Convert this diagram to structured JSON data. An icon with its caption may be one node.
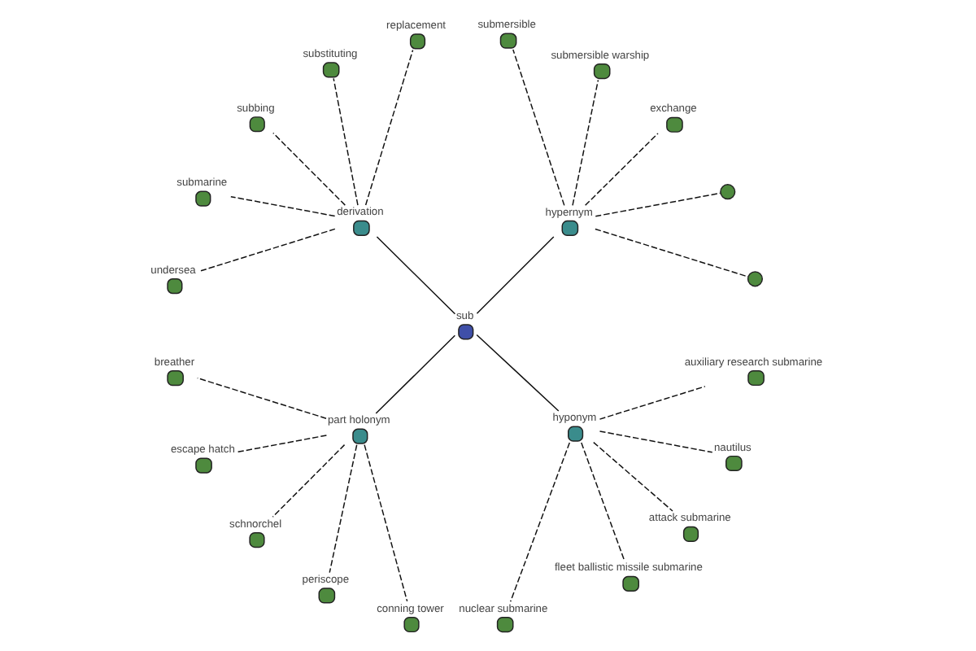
{
  "diagram": {
    "nodes": [
      {
        "text": [
          "sub"
        ]
      },
      {
        "text": [
          "hypernym"
        ]
      },
      {
        "text": [
          "derivation"
        ]
      },
      {
        "text": [
          "part holonym"
        ]
      },
      {
        "text": [
          "hyponym"
        ]
      },
      {
        "text": [],
        "shape": "circle"
      },
      {
        "text": [],
        "shape": "circle"
      },
      {
        "text": [
          "exchange"
        ]
      },
      {
        "text": [
          "submersible warship"
        ]
      },
      {
        "text": [
          "submersible"
        ]
      },
      {
        "text": [
          "replacement"
        ]
      },
      {
        "text": [
          "substituting"
        ]
      },
      {
        "text": [
          "subbing"
        ]
      },
      {
        "text": [
          "submarine"
        ]
      },
      {
        "text": [
          "undersea"
        ]
      },
      {
        "text": [
          "breather"
        ]
      },
      {
        "text": [
          "escape hatch"
        ]
      },
      {
        "text": [
          "schnorchel"
        ]
      },
      {
        "text": [
          "periscope"
        ]
      },
      {
        "text": [
          "conning tower"
        ]
      },
      {
        "text": [
          "nuclear submarine"
        ]
      },
      {
        "text": [
          "fleet ballistic missile submarine"
        ]
      },
      {
        "text": [
          "attack submarine"
        ]
      },
      {
        "text": [
          "nautilus"
        ]
      },
      {
        "text": [
          "auxiliary research submarine"
        ]
      }
    ],
    "edges": [
      {
        "from": 0,
        "to": 1,
        "arrow": "none"
      },
      {
        "from": 0,
        "to": 2,
        "arrow": "none"
      },
      {
        "from": 0,
        "to": 3,
        "arrow": "none"
      },
      {
        "from": 0,
        "to": 4,
        "arrow": "none"
      },
      {
        "from": 1,
        "to": 5,
        "arrow": "none",
        "style": "dashed"
      },
      {
        "from": 1,
        "to": 6,
        "arrow": "none",
        "style": "dashed"
      },
      {
        "from": 1,
        "to": 7,
        "arrow": "none",
        "style": "dashed"
      },
      {
        "from": 1,
        "to": 8,
        "arrow": "none",
        "style": "dashed"
      },
      {
        "from": 1,
        "to": 9,
        "arrow": "none",
        "style": "dashed"
      },
      {
        "from": 2,
        "to": 10,
        "arrow": "none",
        "style": "dashed"
      },
      {
        "from": 2,
        "to": 11,
        "arrow": "none",
        "style": "dashed"
      },
      {
        "from": 2,
        "to": 12,
        "arrow": "none",
        "style": "dashed"
      },
      {
        "from": 2,
        "to": 13,
        "arrow": "none",
        "style": "dashed"
      },
      {
        "from": 2,
        "to": 14,
        "arrow": "none",
        "style": "dashed"
      },
      {
        "from": 3,
        "to": 15,
        "arrow": "none",
        "style": "dashed"
      },
      {
        "from": 3,
        "to": 16,
        "arrow": "none",
        "style": "dashed"
      },
      {
        "from": 3,
        "to": 17,
        "arrow": "none",
        "style": "dashed"
      },
      {
        "from": 3,
        "to": 18,
        "arrow": "none",
        "style": "dashed"
      },
      {
        "from": 3,
        "to": 19,
        "arrow": "none",
        "style": "dashed"
      },
      {
        "from": 4,
        "to": 20,
        "arrow": "none",
        "style": "dashed"
      },
      {
        "from": 4,
        "to": 21,
        "arrow": "none",
        "style": "dashed"
      },
      {
        "from": 4,
        "to": 22,
        "arrow": "none",
        "style": "dashed"
      },
      {
        "from": 4,
        "to": 23,
        "arrow": "none",
        "style": "dashed"
      },
      {
        "from": 4,
        "to": 24,
        "arrow": "none",
        "style": "dashed"
      }
    ]
  }
}
